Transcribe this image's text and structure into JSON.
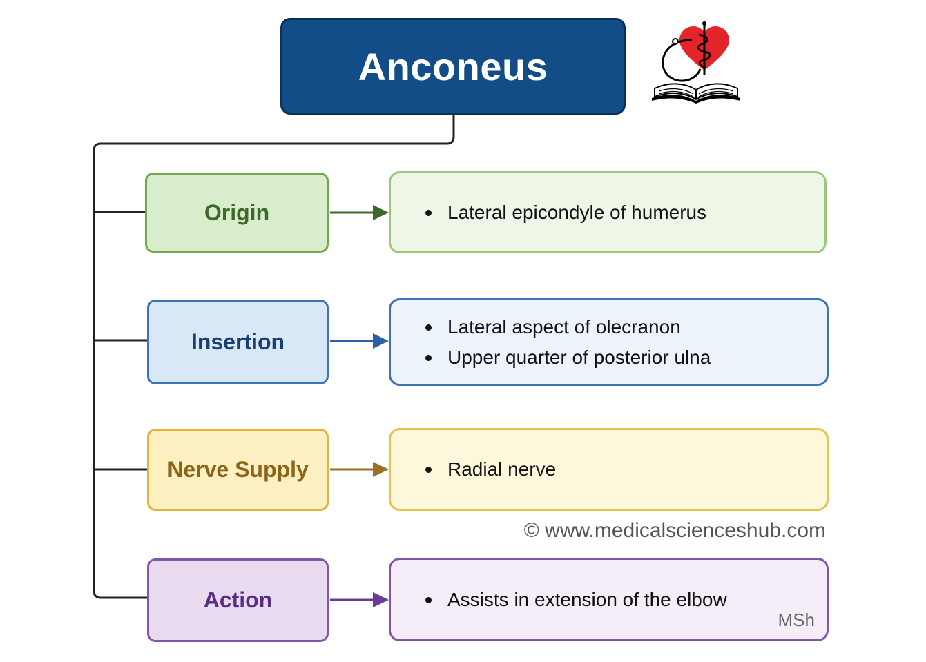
{
  "title": "Anconeus",
  "sections": [
    {
      "label": "Origin",
      "items": [
        "Lateral epicondyle of humerus"
      ],
      "color": "#3c6a28"
    },
    {
      "label": "Insertion",
      "items": [
        "Lateral aspect of olecranon",
        "Upper quarter of posterior ulna"
      ],
      "color": "#1a3f73"
    },
    {
      "label": "Nerve Supply",
      "items": [
        "Radial nerve"
      ],
      "color": "#8c6418"
    },
    {
      "label": "Action",
      "items": [
        "Assists in extension of the elbow"
      ],
      "color": "#5b2d86"
    }
  ],
  "watermark": "© www.medicalscienceshub.com",
  "signature": "MSh",
  "logo": {
    "icon": "heart-stethoscope-book-icon"
  }
}
